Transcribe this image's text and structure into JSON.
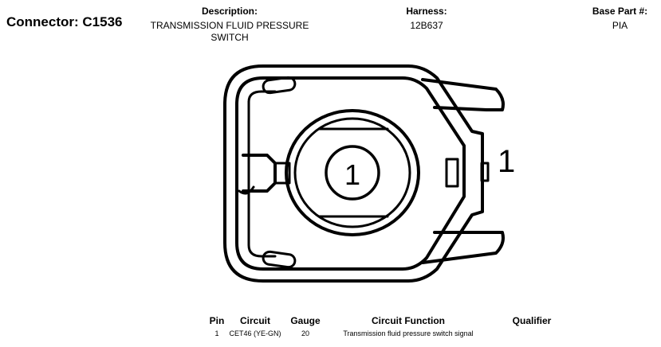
{
  "header": {
    "connector_label": "Connector:",
    "connector_id": "C1536",
    "description_label": "Description:",
    "description_line1": "TRANSMISSION FLUID PRESSURE",
    "description_line2": "SWITCH",
    "harness_label": "Harness:",
    "harness_value": "12B637",
    "base_part_label": "Base Part #:",
    "base_part_value": "PIA"
  },
  "diagram": {
    "pin_number_center": "1",
    "pin_callout": "1"
  },
  "pin_table": {
    "columns": [
      "Pin",
      "Circuit",
      "Gauge",
      "Circuit Function",
      "Qualifier"
    ],
    "rows": [
      {
        "pin": "1",
        "circuit": "CET46 (YE-GN)",
        "gauge": "20",
        "function": "Transmission fluid pressure switch signal",
        "qualifier": ""
      }
    ]
  }
}
